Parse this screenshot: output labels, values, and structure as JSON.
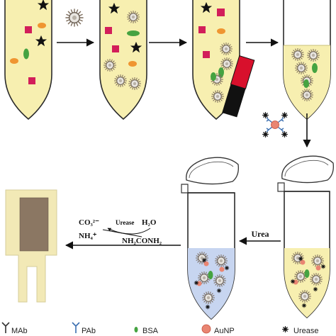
{
  "colors": {
    "yellow": "#f7efb0",
    "tube_border": "#2b2b2b",
    "blue_liquid": "#c7d5f0",
    "magenta": "#d21e5a",
    "orange": "#ef9531",
    "green": "#45a341",
    "magnet_red": "#d8102c",
    "sensor_bar": "#f2e9b6",
    "sensor_pad": "#8b7763"
  },
  "reaction": {
    "reactant": "H₂O",
    "enzyme": "Urease",
    "substrate": "NH₂CONH₂",
    "product_co3": "CO₃²⁻",
    "product_nh4": "NH₄⁺"
  },
  "arrows": {
    "urea": "Urea"
  },
  "legend": [
    {
      "icon": "mab-icon",
      "label": "MAb"
    },
    {
      "icon": "pab-icon",
      "label": "PAb"
    },
    {
      "icon": "bsa-icon",
      "label": "BSA"
    },
    {
      "icon": "aunp-icon",
      "label": "AuNP"
    },
    {
      "icon": "urease-icon",
      "label": "Urease"
    }
  ]
}
